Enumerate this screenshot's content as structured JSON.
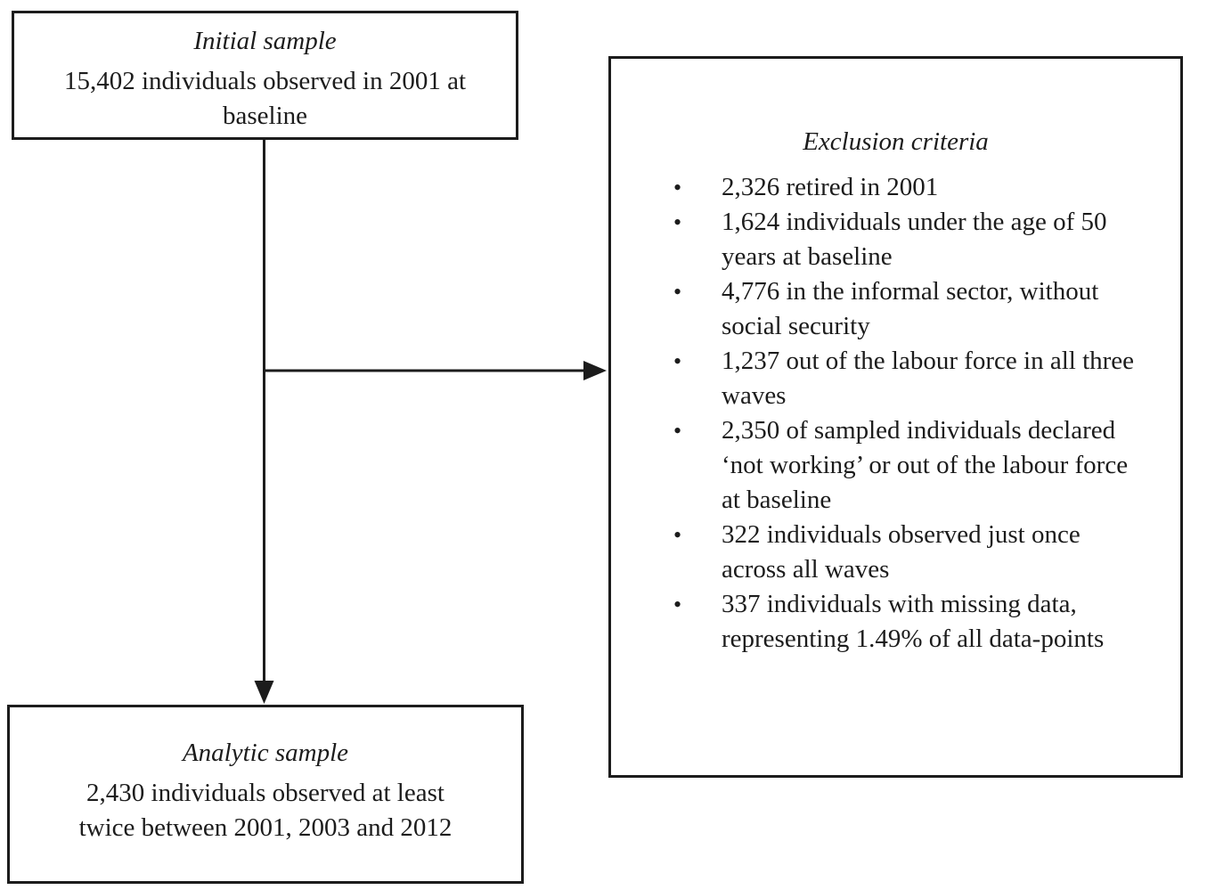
{
  "colors": {
    "background": "#ffffff",
    "border": "#1c1c1c",
    "text": "#1c1c1c"
  },
  "initial_box": {
    "title": "Initial sample",
    "body": "15,402 individuals observed in 2001 at baseline"
  },
  "exclusion_box": {
    "title": "Exclusion criteria",
    "bullet_glyph": "•",
    "items": [
      "2,326 retired in 2001",
      "1,624 individuals under the age of 50 years at baseline",
      "4,776 in the informal sector, without social security",
      "1,237 out of the labour force in all three waves",
      "2,350 of sampled individuals declared ‘not working’ or out of the labour force at baseline",
      "322 individuals observed just once across all waves",
      "337 individuals with missing data, representing 1.49% of all data-points"
    ]
  },
  "analytic_box": {
    "title": "Analytic sample",
    "body": "2,430 individuals observed at least twice between 2001, 2003 and 2012"
  }
}
